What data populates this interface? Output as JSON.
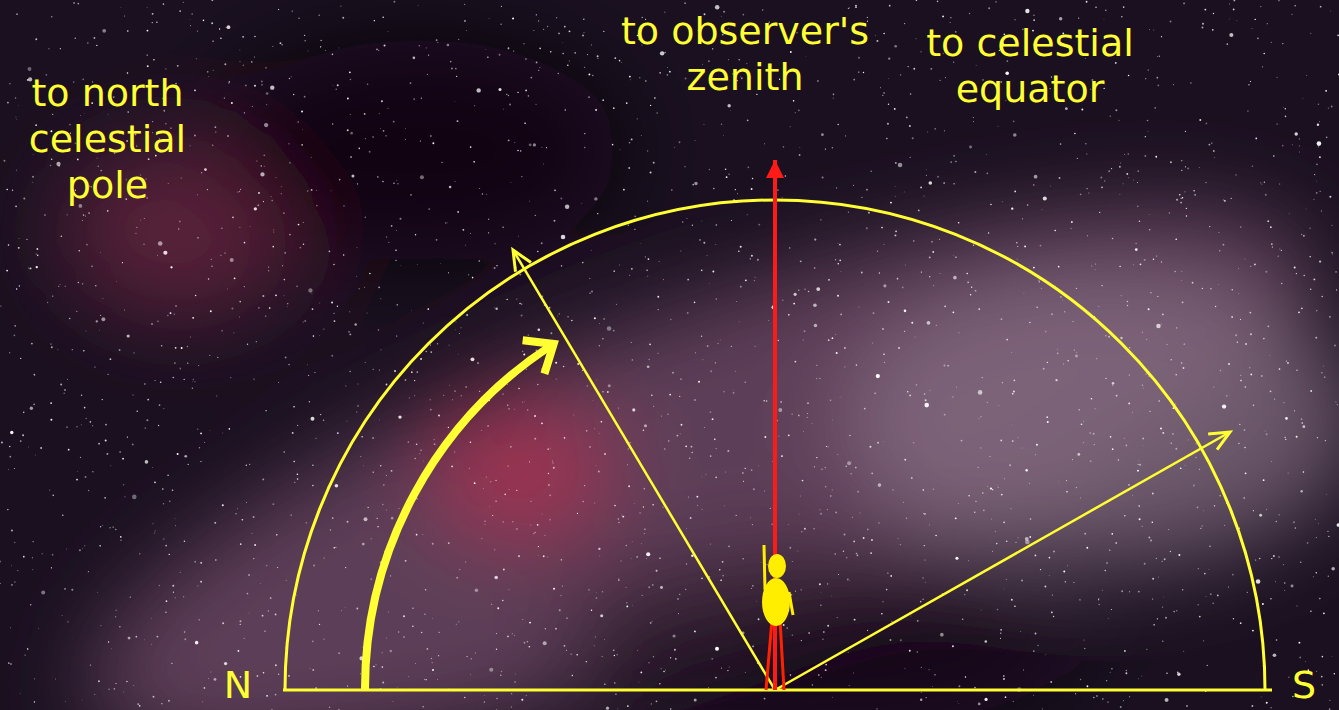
{
  "diagram": {
    "labels": [
      "to observer's zenith",
      "to celestial equator",
      "to north celestial pole",
      "N",
      "S"
    ]
  }
}
